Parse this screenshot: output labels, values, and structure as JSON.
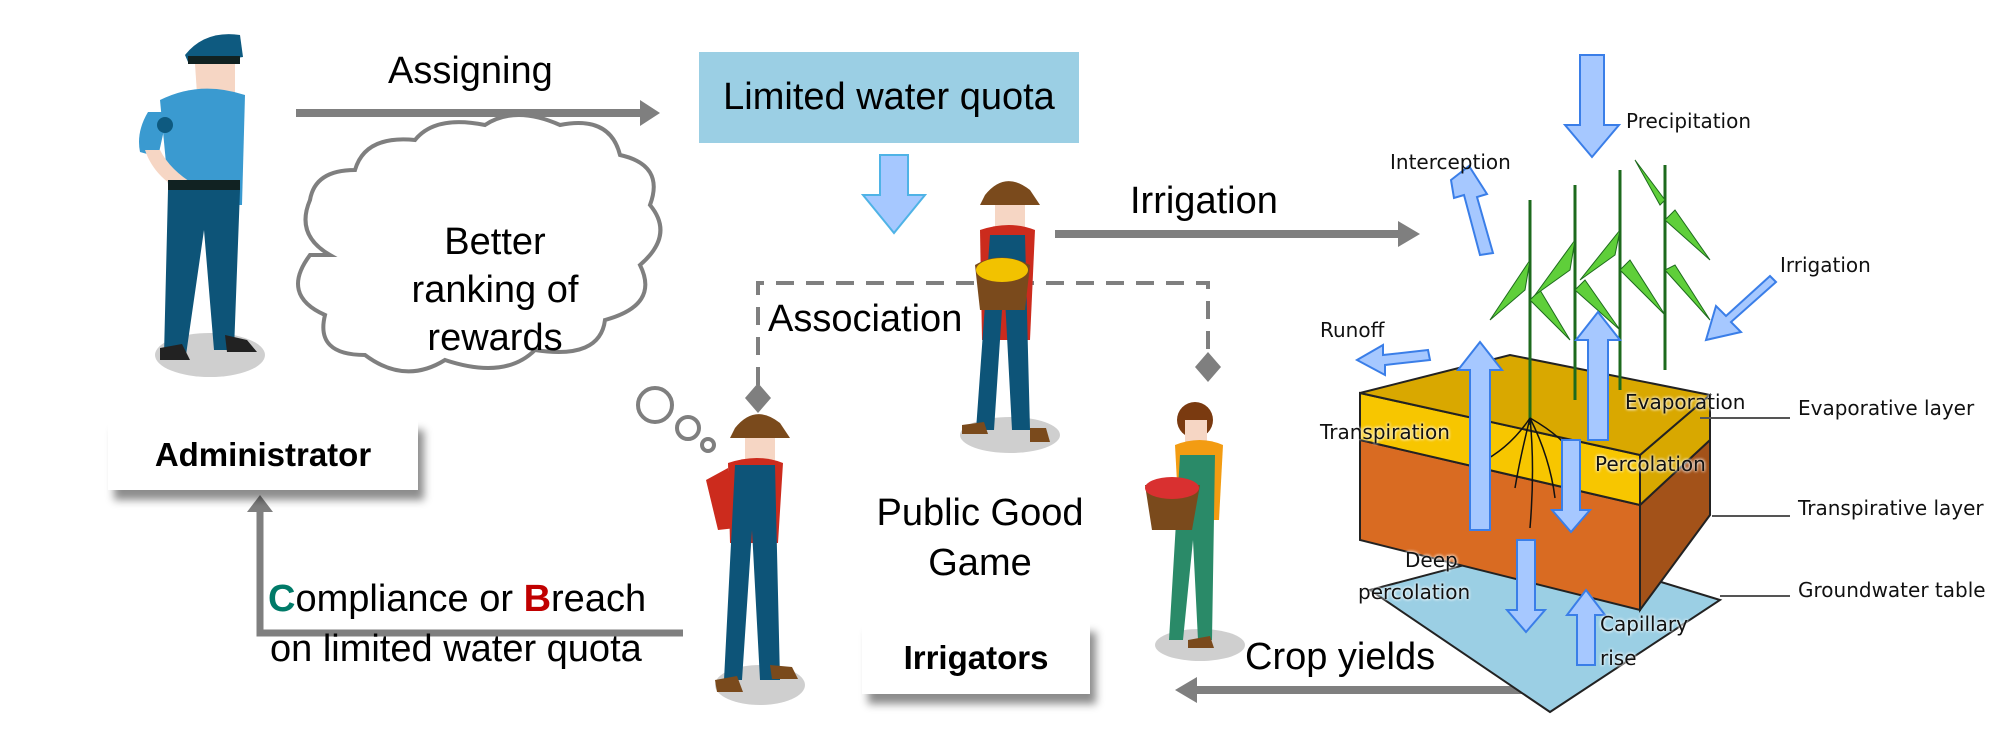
{
  "actors": {
    "administrator_label": "Administrator",
    "irrigators_label": "Irrigators"
  },
  "quota_box": {
    "label": "Limited water quota",
    "color": "#9bcfe4"
  },
  "arrows": {
    "assigning": "Assigning",
    "irrigation": "Irrigation",
    "crop_yields": "Crop yields",
    "association": "Association",
    "feedback_line1_prefix_c": "C",
    "feedback_line1_mid": "ompliance or ",
    "feedback_line1_prefix_b": "B",
    "feedback_line1_end": "reach",
    "feedback_line2": "on limited water quota"
  },
  "thought_cloud": {
    "line1": "Better",
    "line2": "ranking of",
    "line3": "rewards"
  },
  "game": {
    "line1": "Public Good",
    "line2": "Game"
  },
  "water_balance": {
    "precipitation": "Precipitation",
    "interception": "Interception",
    "irrigation": "Irrigation",
    "runoff": "Runoff",
    "transpiration": "Transpiration",
    "evaporation": "Evaporation",
    "percolation": "Percolation",
    "deep_percolation_1": "Deep",
    "deep_percolation_2": "percolation",
    "capillary_rise_1": "Capillary",
    "capillary_rise_2": "rise",
    "layers": {
      "evaporative": "Evaporative layer",
      "transpirative": "Transpirative layer",
      "groundwater": "Groundwater table"
    }
  },
  "colors": {
    "arrow_gray": "#7f7f7f",
    "compliance_green": "#007a68",
    "breach_red": "#c00000",
    "water_arrow": "#a6c8ff",
    "water_arrow_edge": "#3a7ee8",
    "topsoil": "#f7c600",
    "subsoil": "#d96b22",
    "groundwater": "#9bcfe4"
  }
}
